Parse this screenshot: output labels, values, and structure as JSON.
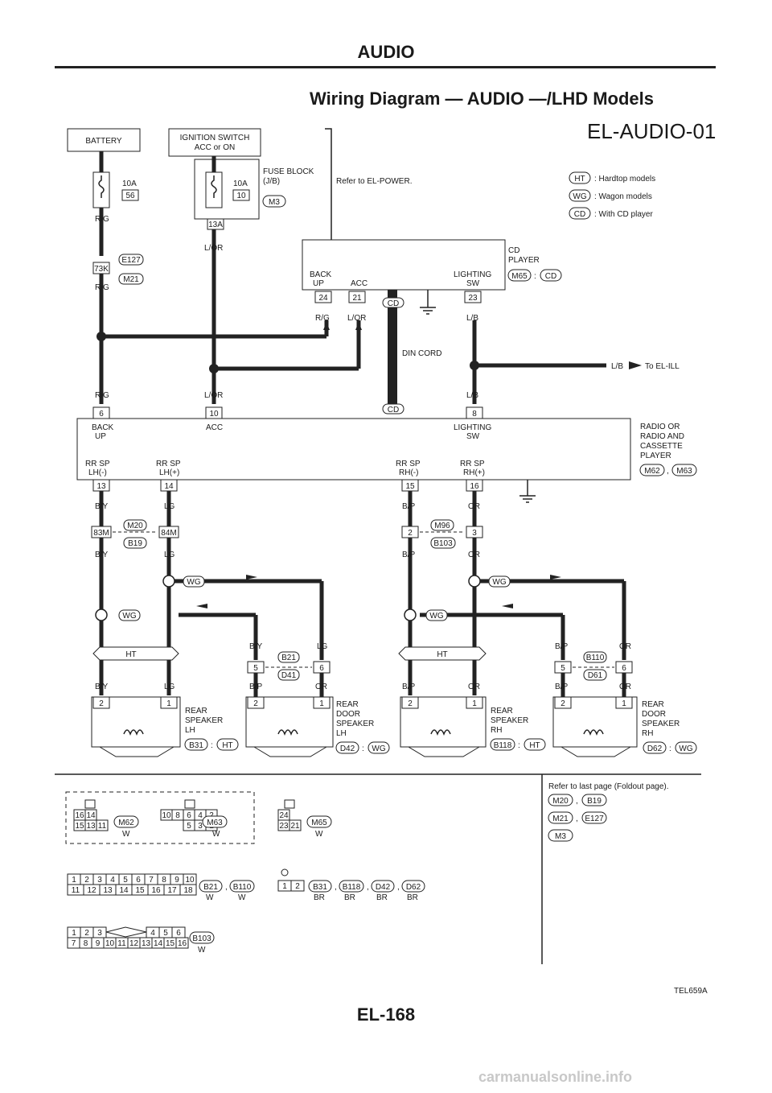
{
  "page": {
    "header": "AUDIO",
    "title": "Wiring Diagram — AUDIO —/LHD Models",
    "diagram_code": "EL-AUDIO-01",
    "page_number": "EL-168",
    "figure_ref": "TEL659A",
    "watermark": "carmanualsonline.info"
  },
  "legend": [
    {
      "tag": "HT",
      "text": ": Hardtop models"
    },
    {
      "tag": "WG",
      "text": ": Wagon models"
    },
    {
      "tag": "CD",
      "text": ": With CD player"
    }
  ],
  "top": {
    "battery": "BATTERY",
    "ign1": "IGNITION SWITCH",
    "ign2": "ACC or ON",
    "fuse1_amp": "10A",
    "fuse1_num": "56",
    "fuse2_amp": "10A",
    "fuse2_num": "10",
    "fuse_block1": "FUSE BLOCK",
    "fuse_block2": "(J/B)",
    "fuse_conn": "M3",
    "fuse_term": "13A",
    "refer_power": "Refer to EL-POWER."
  },
  "wires": {
    "rg": "R/G",
    "lor": "L/OR",
    "lb": "L/B",
    "by": "B/Y",
    "lg": "LG",
    "bp": "B/P",
    "or": "OR",
    "din": "DIN CORD",
    "to_ill": "To EL-ILL",
    "conn_73k": "73K",
    "e127": "E127",
    "m21": "M21"
  },
  "cd_player": {
    "name1": "CD",
    "name2": "PLAYER",
    "conn": "M65",
    "sep": ":",
    "tag": "CD",
    "back1": "BACK",
    "back2": "UP",
    "acc": "ACC",
    "light1": "LIGHTING",
    "light2": "SW",
    "pin_back": "24",
    "pin_acc": "21",
    "pin_light": "23"
  },
  "radio": {
    "name1": "RADIO OR",
    "name2": "RADIO AND",
    "name3": "CASSETTE",
    "name4": "PLAYER",
    "conn1": "M62",
    "comma": ",",
    "conn2": "M63",
    "pin_back": "6",
    "pin_acc": "10",
    "pin_light": "8",
    "back1": "BACK",
    "back2": "UP",
    "acc": "ACC",
    "light1": "LIGHTING",
    "light2": "SW",
    "rrsp": "RR SP",
    "lhm": "LH(-)",
    "lhp": "LH(+)",
    "rhm": "RH(-)",
    "rhp": "RH(+)",
    "pin13": "13",
    "pin14": "14",
    "pin15": "15",
    "pin16": "16"
  },
  "joints": {
    "p83m": "83M",
    "p84m": "84M",
    "m20": "M20",
    "b19": "B19",
    "p2": "2",
    "p3": "3",
    "m96": "M96",
    "b103": "B103",
    "ht": "HT",
    "wg": "WG",
    "p5": "5",
    "p6": "6",
    "b21": "B21",
    "d41": "D41",
    "b110": "B110",
    "d61": "D61"
  },
  "speakers": [
    {
      "l1": "REAR",
      "l2": "SPEAKER",
      "l3": "LH",
      "l4": "",
      "conn": "B31",
      "tag": "HT"
    },
    {
      "l1": "REAR",
      "l2": "DOOR",
      "l3": "SPEAKER",
      "l4": "LH",
      "conn": "D42",
      "tag": "WG"
    },
    {
      "l1": "REAR",
      "l2": "SPEAKER",
      "l3": "RH",
      "l4": "",
      "conn": "B118",
      "tag": "HT"
    },
    {
      "l1": "REAR",
      "l2": "DOOR",
      "l3": "SPEAKER",
      "l4": "RH",
      "conn": "D62",
      "tag": "WG"
    }
  ],
  "spk_pins": {
    "p1": "1",
    "p2": "2"
  },
  "connectors": {
    "refer_foldout": "Refer to last page (Foldout page).",
    "fold_m20": "M20",
    "fold_b19": "B19",
    "fold_m21": "M21",
    "fold_e127": "E127",
    "fold_m3": "M3",
    "comma": ",",
    "m62": "M62",
    "m63": "M63",
    "m65": "M65",
    "b21": "B21",
    "b110": "B110",
    "b31": "B31",
    "b118": "B118",
    "d42": "D42",
    "d62": "D62",
    "b103": "B103",
    "w": "W",
    "br": "BR",
    "m62_top": [
      "16",
      "14"
    ],
    "m62_bot": [
      "15",
      "13",
      "11"
    ],
    "m63_top": [
      "10",
      "8",
      "6",
      "4",
      "2"
    ],
    "m63_bot": [
      "5",
      "3",
      "1"
    ],
    "m65_top": [
      "24"
    ],
    "m65_bot": [
      "23",
      "21"
    ],
    "b21_top": [
      "1",
      "2",
      "3",
      "4",
      "5",
      "6",
      "7",
      "8",
      "9",
      "10"
    ],
    "b21_bot": [
      "11",
      "12",
      "13",
      "14",
      "15",
      "16",
      "17",
      "18"
    ],
    "b31_pins": [
      "1",
      "2"
    ],
    "b103_top": [
      "1",
      "2",
      "3",
      "4",
      "5",
      "6"
    ],
    "b103_bot": [
      "7",
      "8",
      "9",
      "10",
      "11",
      "12",
      "13",
      "14",
      "15",
      "16"
    ]
  }
}
